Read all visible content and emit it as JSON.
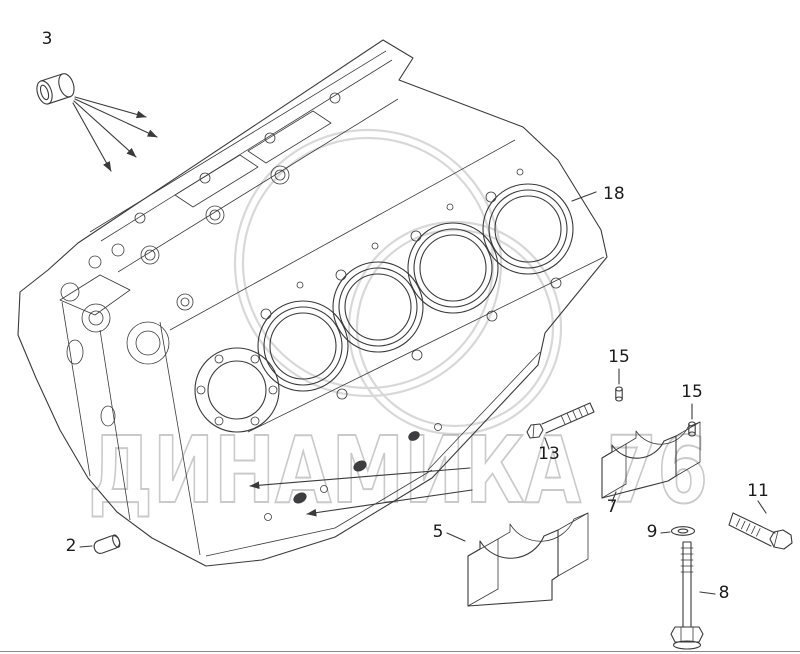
{
  "page": {
    "background": "#ffffff"
  },
  "watermark": {
    "text": "ДИНАМИКА 76",
    "color": "#a8a8a8",
    "ring_color": "#b9b9b9"
  },
  "diagram": {
    "line_color": "#3a3a3c",
    "label_color": "#1b1b1b",
    "labels": [
      {
        "text": "3"
      },
      {
        "text": "18"
      },
      {
        "text": "15"
      },
      {
        "text": "15"
      },
      {
        "text": "13"
      },
      {
        "text": "7"
      },
      {
        "text": "5"
      },
      {
        "text": "9"
      },
      {
        "text": "11"
      },
      {
        "text": "2"
      },
      {
        "text": "8"
      }
    ]
  }
}
